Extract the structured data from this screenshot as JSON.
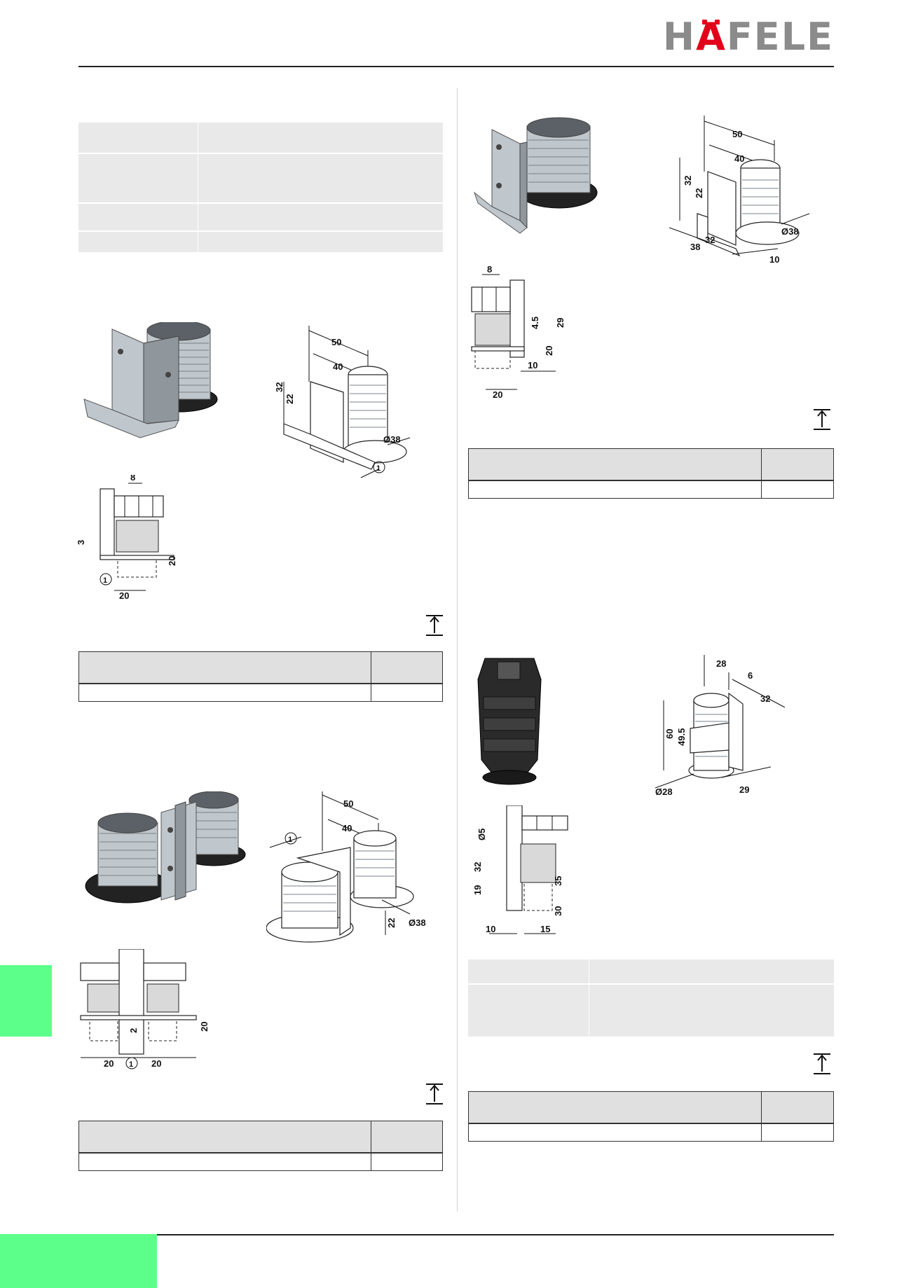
{
  "header": {
    "brand": "HÄFELE"
  },
  "sections": {
    "s1": {
      "dims": {
        "top": "50",
        "mid": "40",
        "h1": "32",
        "h2": "22",
        "dia": "Ø38",
        "ref": "1"
      },
      "section_dims": {
        "d1": "8",
        "d2": "3",
        "d3": "20",
        "d4": "20",
        "ref": "1"
      }
    },
    "s2": {
      "dims": {
        "top": "50",
        "mid": "40",
        "ref": "1",
        "h": "22",
        "dia": "Ø38"
      },
      "section_dims": {
        "a": "20",
        "b": "20",
        "ref": "1",
        "h": "20",
        "gap": "2"
      }
    },
    "s3": {
      "dims": {
        "top": "50",
        "mid": "40",
        "h1": "32",
        "h2": "22",
        "w1": "38",
        "w2": "32",
        "dia": "Ø38",
        "d": "10"
      },
      "section_dims": {
        "a": "8",
        "b": "4.5",
        "c": "29",
        "d": "20",
        "e": "10",
        "f": "20"
      }
    },
    "s4": {
      "dims": {
        "a": "28",
        "b": "6",
        "c": "32",
        "h1": "60",
        "h2": "49.5",
        "dia": "Ø28",
        "d": "29"
      },
      "section_dims": {
        "a": "Ø5",
        "b": "32",
        "c": "19",
        "d": "35",
        "e": "30",
        "f": "10",
        "g": "15"
      }
    }
  },
  "icons": {
    "height_adjust": "height-adjust-icon"
  }
}
